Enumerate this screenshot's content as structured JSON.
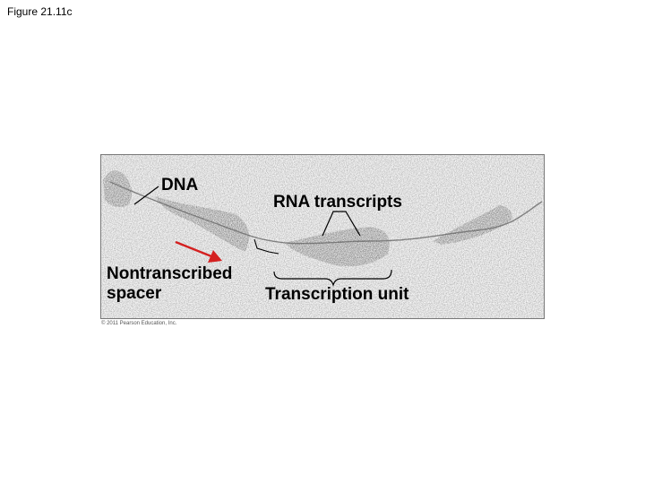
{
  "figure_label": "Figure 21.11c",
  "labels": {
    "dna": "DNA",
    "rna_transcripts": "RNA transcripts",
    "nontranscribed_spacer_line1": "Nontranscribed",
    "nontranscribed_spacer_line2": "spacer",
    "transcription_unit": "Transcription unit"
  },
  "copyright": "© 2011 Pearson Education, Inc.",
  "colors": {
    "arrow": "#d42020",
    "micrograph_bg": "#f6f6f6",
    "fibril": "#9a9a9a"
  }
}
